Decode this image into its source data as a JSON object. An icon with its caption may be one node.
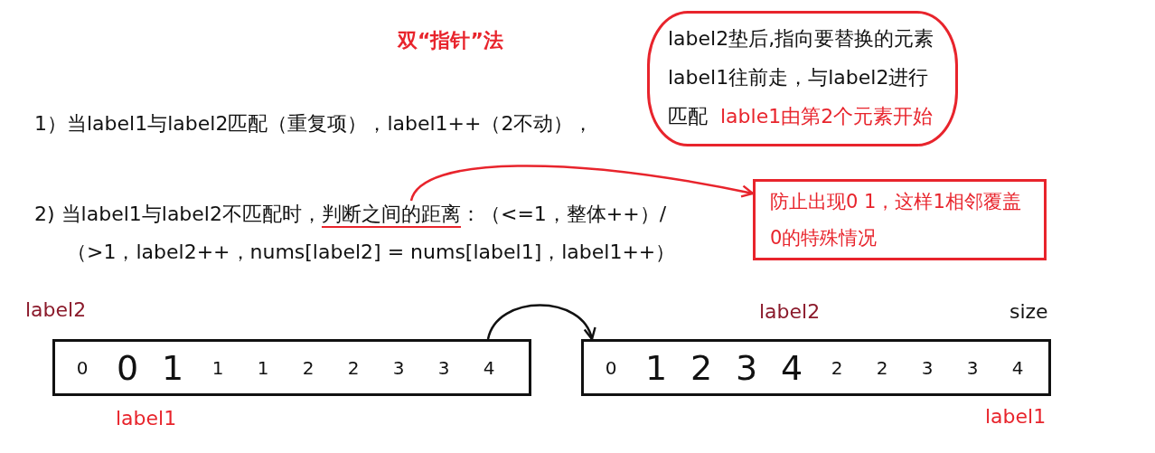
{
  "diagram": {
    "title": "双“指针”法",
    "nodes": [
      {
        "text": [
          "label2垫后,指向要替换的元素",
          "label1往前走，与label2进行匹配",
          "lable1由第2个元素开始"
        ]
      },
      {
        "text": [
          "2) 当label1与label2不匹配时，判断之间的距离：（<=1，整体++）/（>1，label2++，nums[label2] = nums[label1]，label1++）"
        ]
      },
      {
        "text": [
          "防止出现0 1，这样1相邻覆盖0的特殊情况"
        ]
      },
      {
        "text": [
          "0",
          "0",
          "1",
          "1",
          "1",
          "2",
          "2",
          "3",
          "3",
          "4"
        ]
      },
      {
        "text": [
          "0",
          "1",
          "2",
          "3",
          "4",
          "2",
          "2",
          "3",
          "3",
          "4"
        ]
      }
    ],
    "edges": [
      {
        "from": 1,
        "to": 2,
        "arrow": "to",
        "color": "#e8242c"
      },
      {
        "from": 3,
        "to": 4,
        "arrow": "to",
        "color": "#111111"
      }
    ],
    "labels": [
      "1）当label1与label2匹配（重复项），label1++（2不动），",
      "label2",
      "label1",
      "label2",
      "size",
      "label1"
    ]
  }
}
